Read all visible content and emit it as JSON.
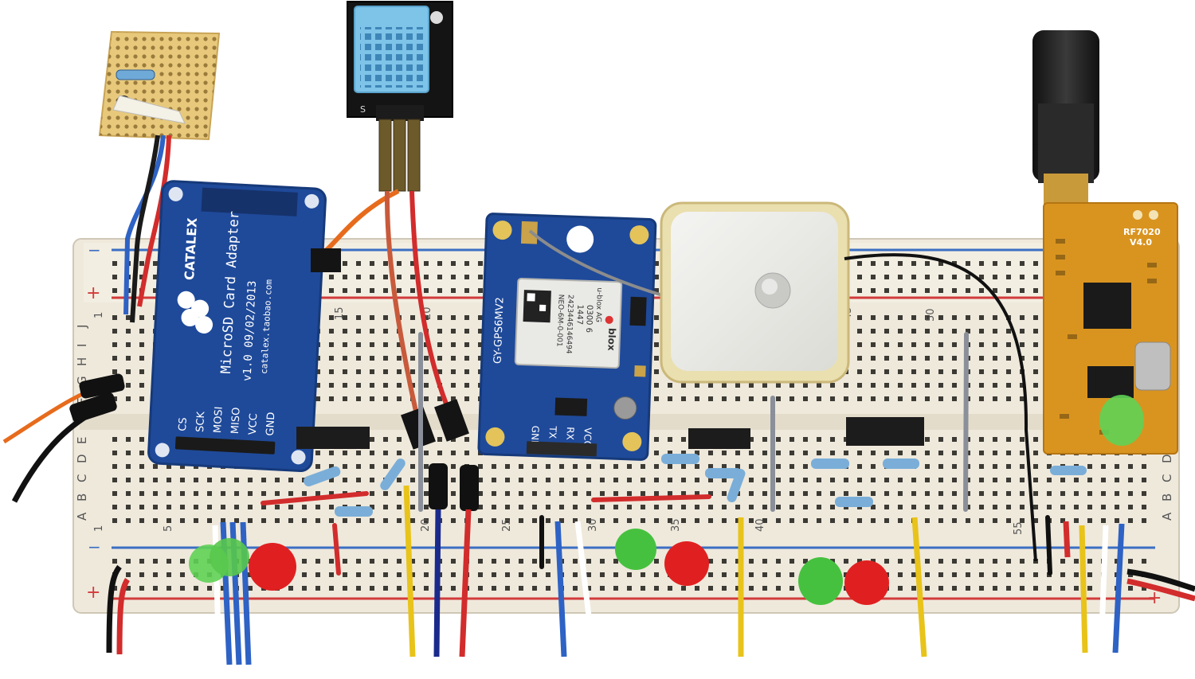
{
  "colors": {
    "background": "#ffffff",
    "breadboard": "#efe9dc",
    "rail_red": "#d23b3b",
    "rail_blue": "#3b6fc2",
    "module_blue": "#1f4a9a",
    "rf_module": "#d99420",
    "dht_sensor": "#7ec3e8",
    "led_green": "#46c13f",
    "led_red": "#e02020"
  },
  "breadboard": {
    "rail_minus": "−",
    "rail_plus": "+",
    "row_letters_top": [
      "J",
      "I",
      "H",
      "G",
      "F"
    ],
    "row_letters_bottom": [
      "E",
      "D",
      "C",
      "B",
      "A"
    ],
    "column_numbers": [
      "1",
      "5",
      "15",
      "20",
      "25",
      "30",
      "35",
      "40",
      "45",
      "50",
      "55"
    ]
  },
  "sd_module": {
    "brand": "CATALEX",
    "title": "MicroSD Card Adapter",
    "version": "v1.0 09/02/2013",
    "site": "catalex.taobao.com",
    "pins": [
      "CS",
      "SCK",
      "MOSI",
      "MISO",
      "VCC",
      "GND"
    ]
  },
  "gps_module": {
    "board_label": "GY-GPS6MV2",
    "chip_brand": "u-blox AG",
    "chip_model": "NEO-6M-0-001",
    "chip_serial": "2423446146494",
    "chip_code": "1447",
    "chip_lot": "0300 6",
    "chip_logo": "blox",
    "pins": [
      "GND",
      "TX",
      "RX",
      "VCC"
    ]
  },
  "rf_module": {
    "model": "RF7020",
    "version": "V4.0"
  },
  "dht_module": {
    "pin_mark": "S"
  }
}
